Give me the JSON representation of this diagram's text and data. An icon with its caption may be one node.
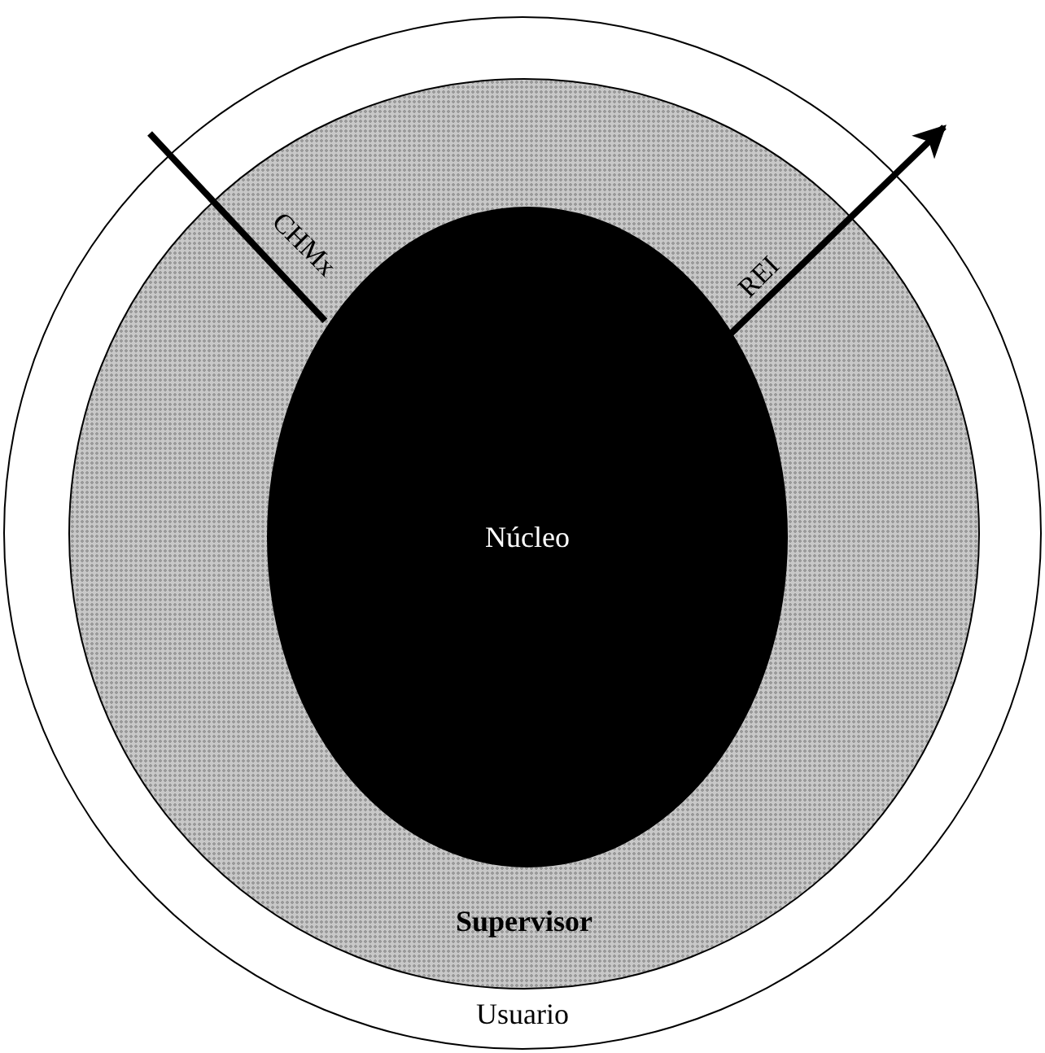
{
  "diagram": {
    "nodes": [
      {
        "text": [
          "Usuario"
        ]
      },
      {
        "text": [
          "Supervisor"
        ],
        "in": 0
      },
      {
        "text": [
          "Núcleo"
        ],
        "in": 1
      }
    ],
    "edges": [
      {
        "from": null,
        "to": 2,
        "arrow": "none",
        "label": "CHMx"
      },
      {
        "from": 2,
        "to": null,
        "arrow": "to",
        "label": "REI"
      }
    ]
  }
}
